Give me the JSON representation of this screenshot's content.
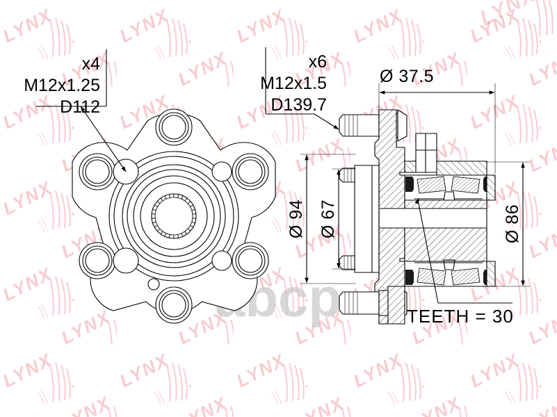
{
  "document": {
    "kind": "technical-drawing",
    "subject": "wheel hub bearing assembly",
    "brand": "LYNX",
    "watermark_brand": "LYNX",
    "watermark_center": "abcp",
    "watermark_color": "#f6d2d4",
    "brand_color": "#cc1122",
    "background_color": "#ffffff",
    "line_color": "#000000"
  },
  "views": {
    "left": {
      "name": "flange face view",
      "callout": {
        "count": "x4",
        "thread": "M12x1.25",
        "pcd": "D112"
      }
    },
    "right": {
      "name": "cross section view",
      "callout": {
        "count": "x6",
        "thread": "M12x1.5",
        "pcd": "D139.7"
      }
    }
  },
  "dimensions": {
    "top_width": "Ø 37.5",
    "left_outer": "Ø 94",
    "left_inner": "Ø 67",
    "right_outer": "Ø 86"
  },
  "notes": {
    "teeth": "TEETH = 30"
  }
}
